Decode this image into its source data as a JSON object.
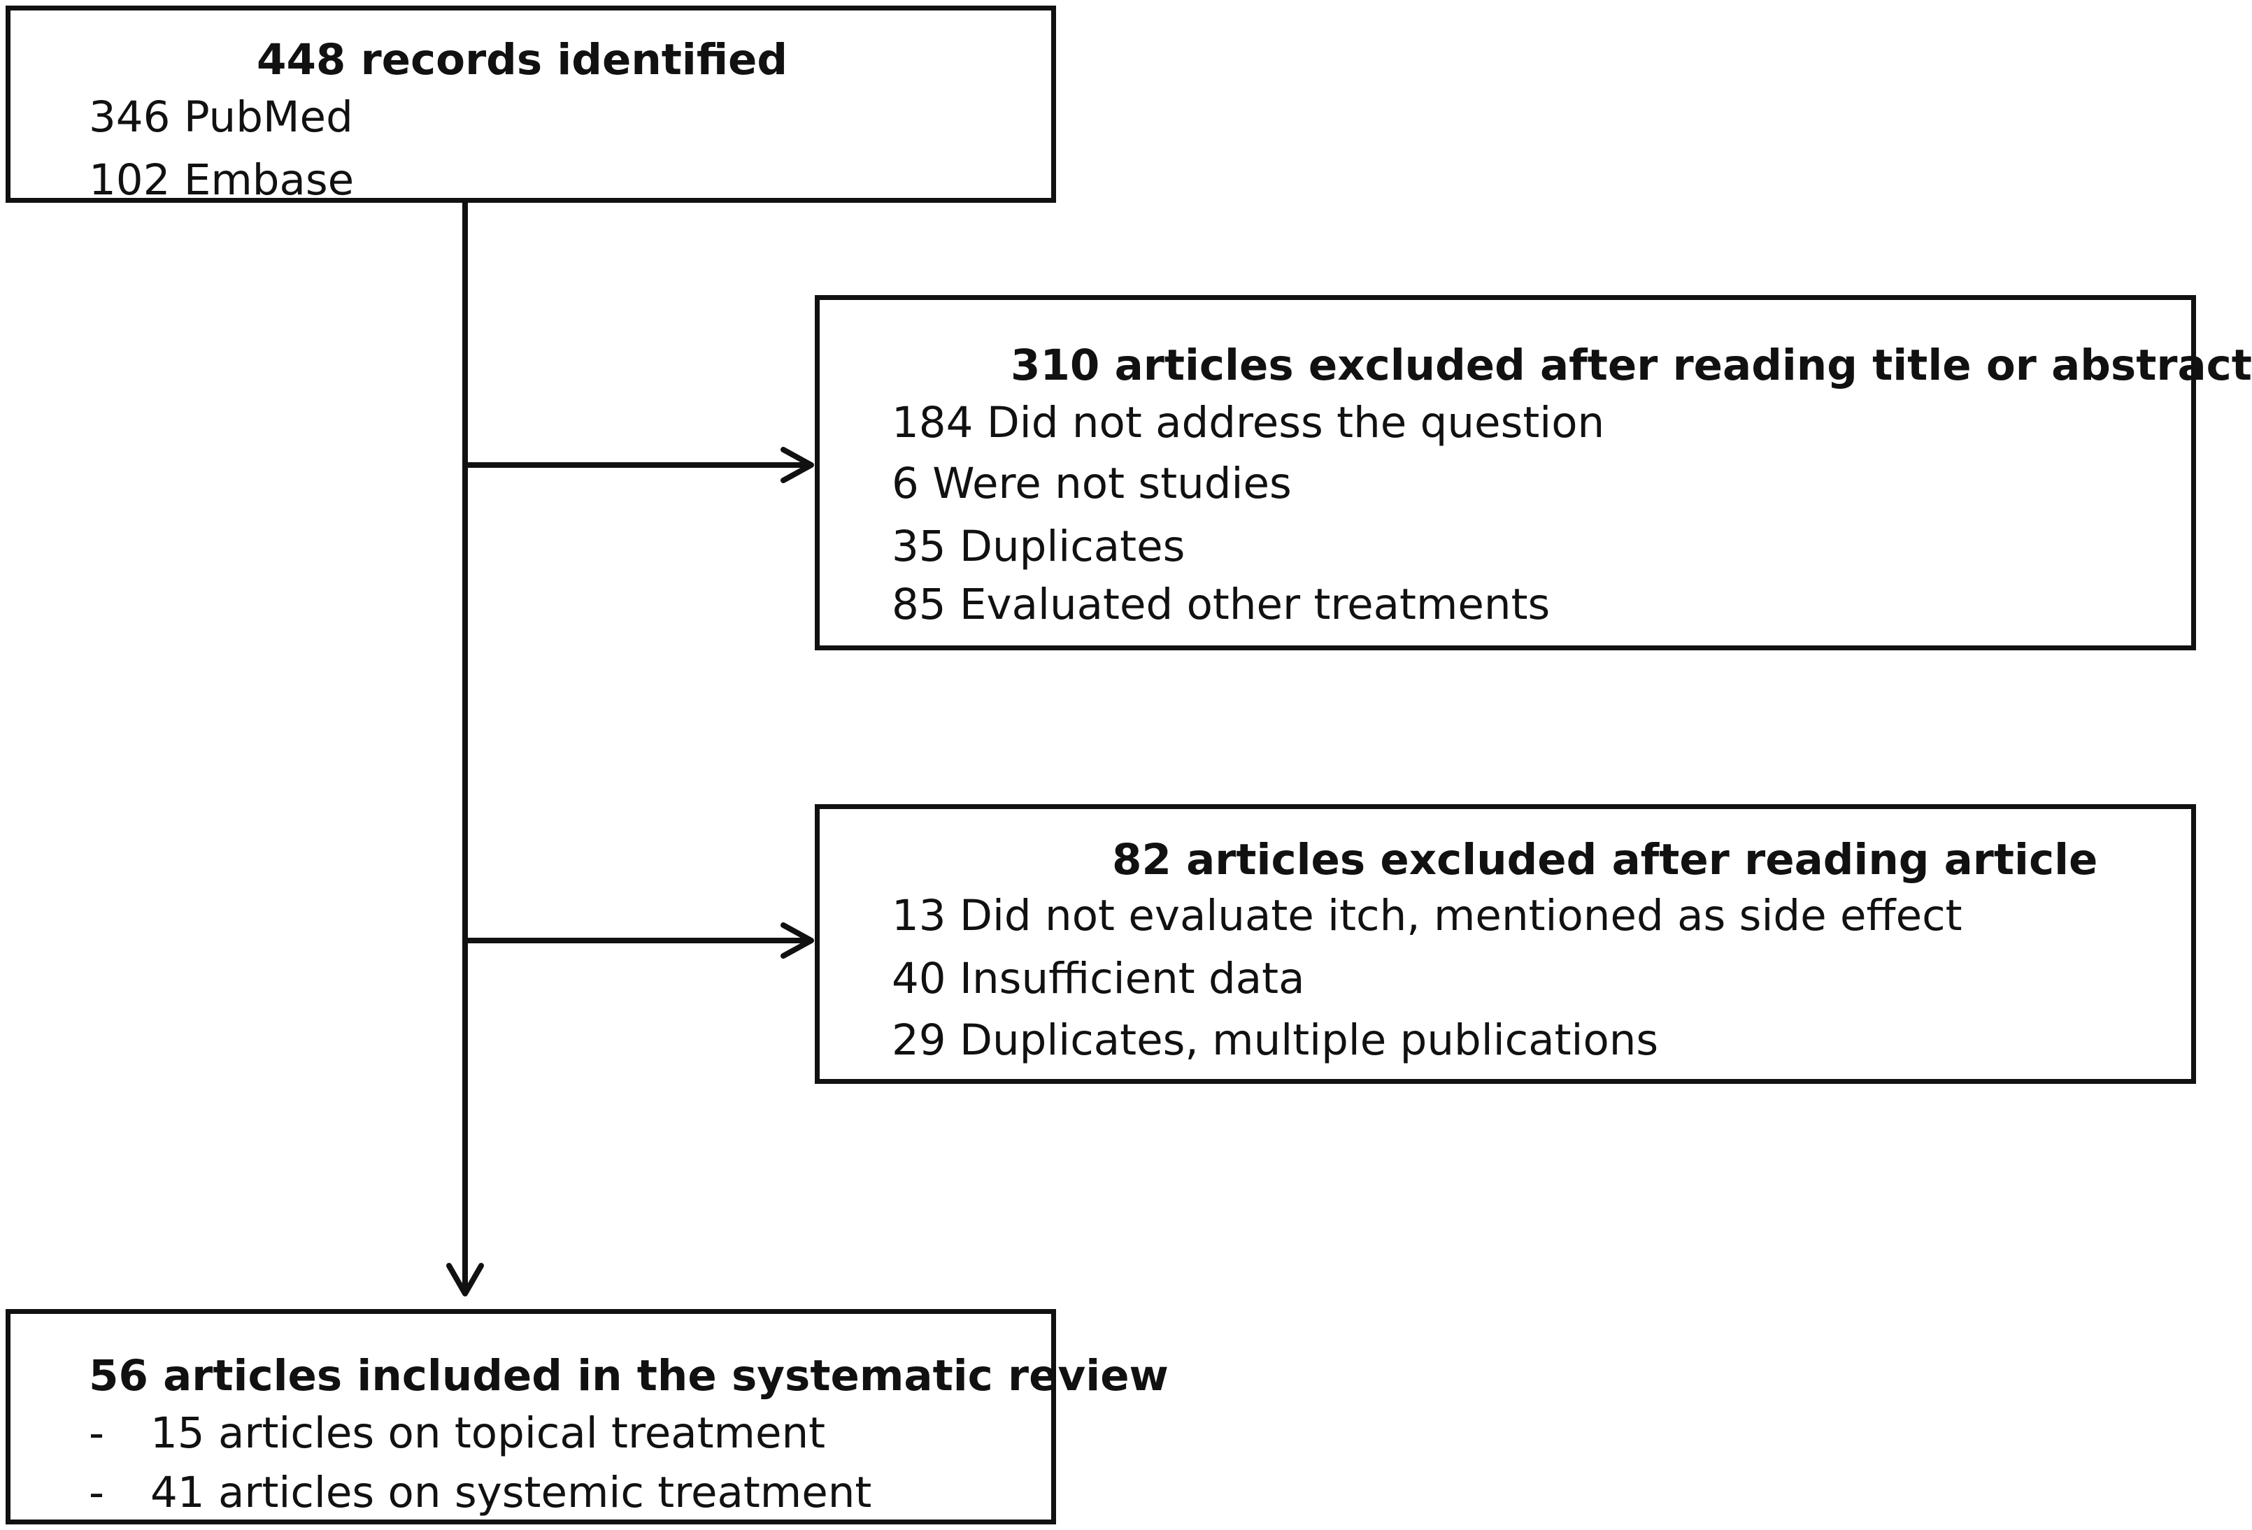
{
  "identified": {
    "title": "448 records identified",
    "lines": [
      "346 PubMed",
      "102 Embase"
    ]
  },
  "excluded_screening": {
    "title": "310 articles excluded after reading title or abstract",
    "lines": [
      "184 Did not address the question",
      "6 Were not studies",
      "35 Duplicates",
      "85 Evaluated other treatments"
    ]
  },
  "excluded_fulltext": {
    "title": "82 articles excluded after reading article",
    "lines": [
      "13 Did not evaluate itch, mentioned as side effect",
      "40 Insufficient data",
      "29 Duplicates, multiple publications"
    ]
  },
  "included": {
    "title": "56 articles included in the systematic review",
    "bullet": "-",
    "lines": [
      "15 articles on topical treatment",
      "41 articles on systemic treatment"
    ]
  }
}
